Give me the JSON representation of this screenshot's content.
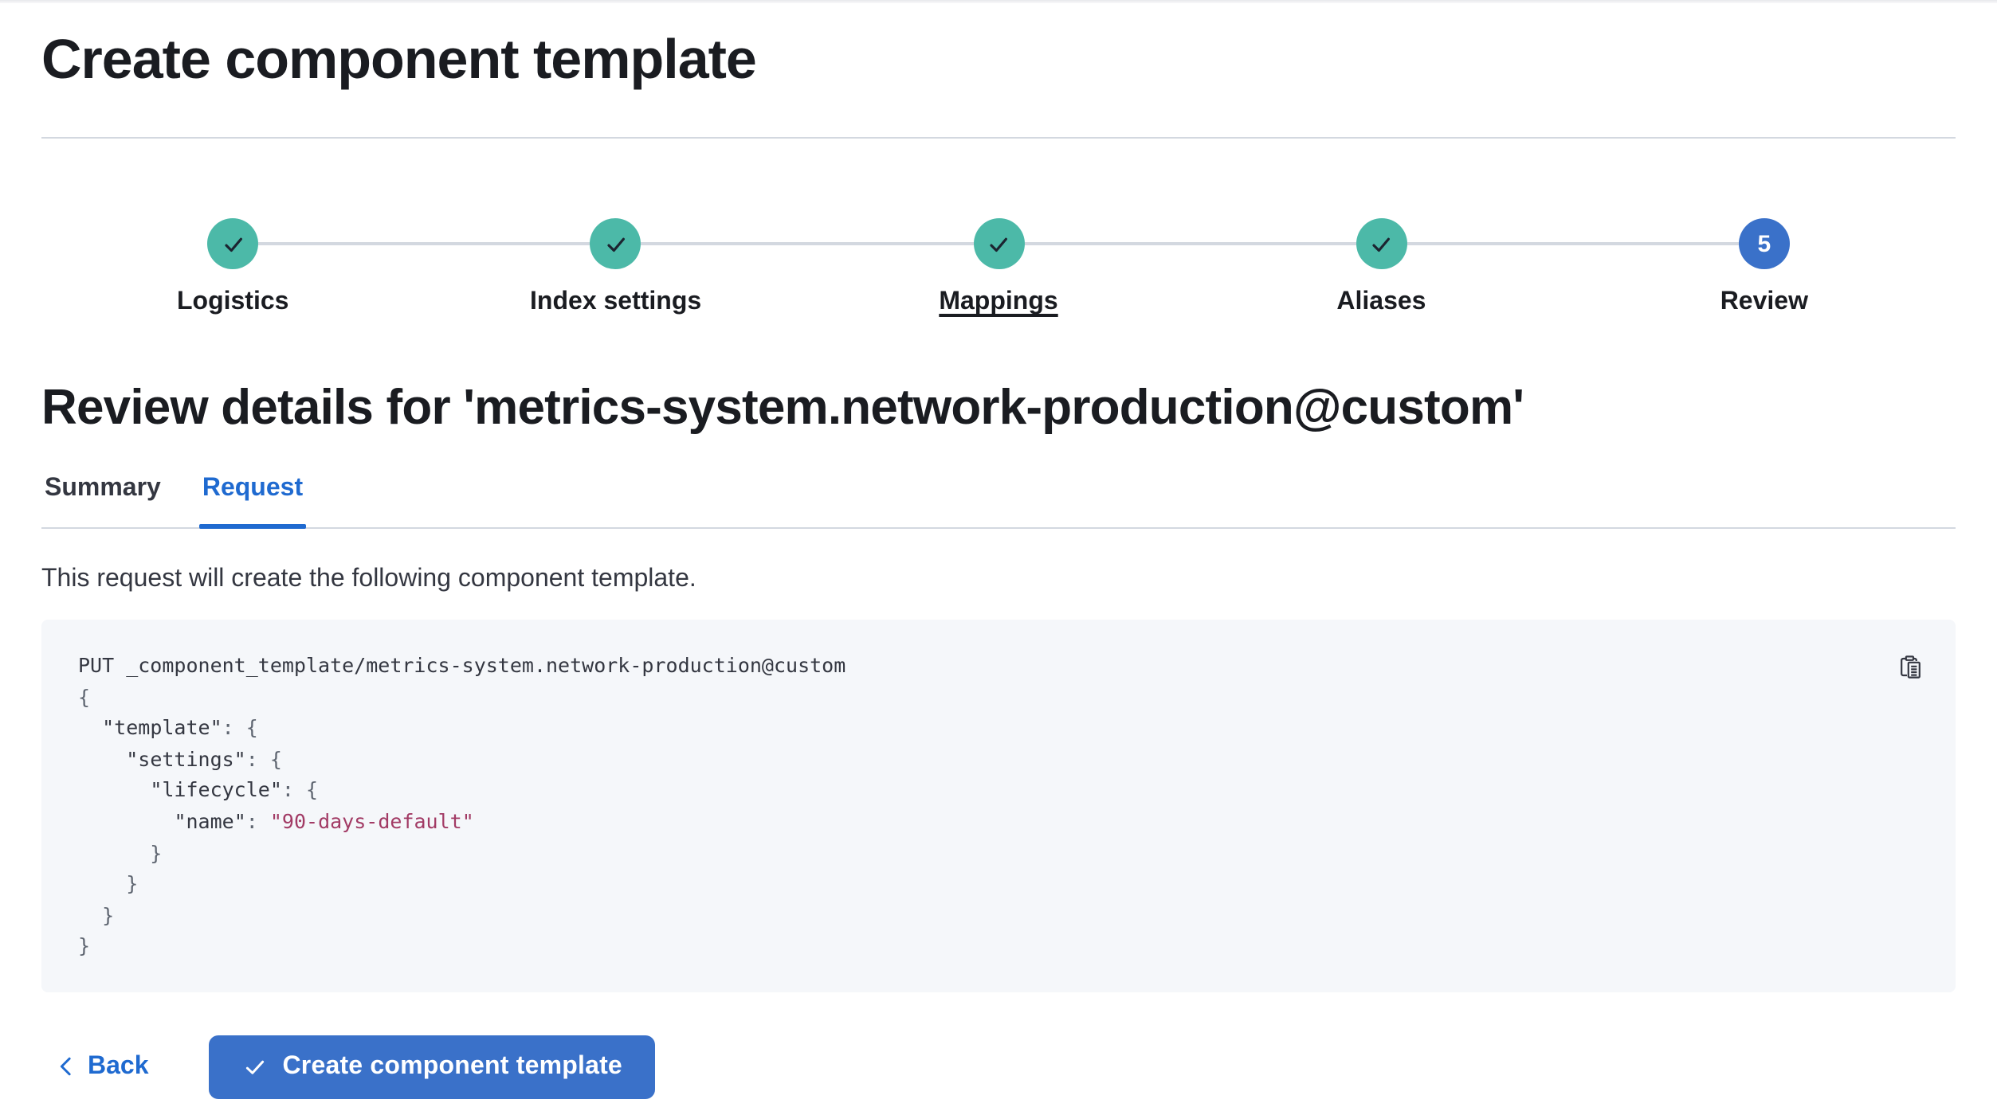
{
  "page": {
    "title": "Create component template"
  },
  "stepper": {
    "steps": [
      {
        "id": "logistics",
        "label": "Logistics",
        "state": "complete",
        "underlined": false
      },
      {
        "id": "index-settings",
        "label": "Index settings",
        "state": "complete",
        "underlined": false
      },
      {
        "id": "mappings",
        "label": "Mappings",
        "state": "complete",
        "underlined": true
      },
      {
        "id": "aliases",
        "label": "Aliases",
        "state": "complete",
        "underlined": false
      },
      {
        "id": "review",
        "label": "Review",
        "state": "current",
        "number": "5",
        "underlined": false
      }
    ]
  },
  "review": {
    "heading": "Review details for 'metrics-system.network-production@custom'",
    "tabs": [
      {
        "id": "summary",
        "label": "Summary",
        "active": false
      },
      {
        "id": "request",
        "label": "Request",
        "active": true
      }
    ],
    "description": "This request will create the following component template."
  },
  "code": {
    "copy_icon": "copy-clipboard-icon",
    "lines": [
      [
        {
          "text": "PUT _component_template/metrics-system.network-production@custom",
          "type": "plain"
        }
      ],
      [
        {
          "text": "{",
          "type": "punct"
        }
      ],
      [
        {
          "text": "  ",
          "type": "plain"
        },
        {
          "text": "\"template\"",
          "type": "key"
        },
        {
          "text": ": {",
          "type": "punct"
        }
      ],
      [
        {
          "text": "    ",
          "type": "plain"
        },
        {
          "text": "\"settings\"",
          "type": "key"
        },
        {
          "text": ": {",
          "type": "punct"
        }
      ],
      [
        {
          "text": "      ",
          "type": "plain"
        },
        {
          "text": "\"lifecycle\"",
          "type": "key"
        },
        {
          "text": ": {",
          "type": "punct"
        }
      ],
      [
        {
          "text": "        ",
          "type": "plain"
        },
        {
          "text": "\"name\"",
          "type": "key"
        },
        {
          "text": ": ",
          "type": "punct"
        },
        {
          "text": "\"90-days-default\"",
          "type": "string"
        }
      ],
      [
        {
          "text": "      }",
          "type": "punct"
        }
      ],
      [
        {
          "text": "    }",
          "type": "punct"
        }
      ],
      [
        {
          "text": "  }",
          "type": "punct"
        }
      ],
      [
        {
          "text": "}",
          "type": "punct"
        }
      ]
    ]
  },
  "footer": {
    "back_label": "Back",
    "create_label": "Create component template"
  },
  "colors": {
    "text": "#1a1c21",
    "divider": "#d3d8e0",
    "step_complete": "#4cb9a8",
    "step_current": "#3a71c9",
    "link": "#1f6ad0",
    "primary_button": "#3a71c9",
    "code_background": "#f5f7fa",
    "code_text": "#343741",
    "code_punctuation": "#5f6671",
    "code_string": "#a23b65"
  }
}
